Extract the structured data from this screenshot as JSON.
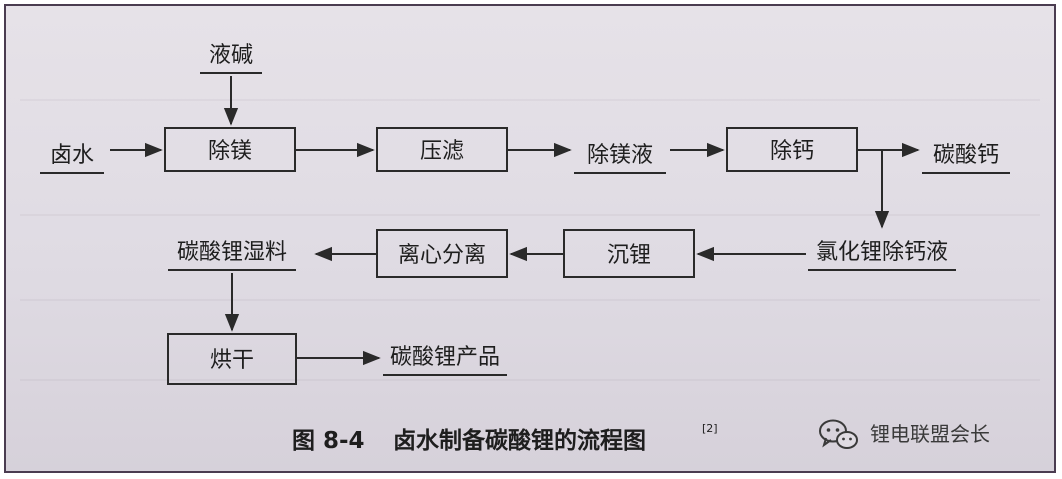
{
  "nodes": {
    "brine": "卤水",
    "alkali": "液碱",
    "mg_removal": "除镁",
    "press_filter": "压滤",
    "mg_removed_liquor": "除镁液",
    "ca_removal": "除钙",
    "calcium_carbonate": "碳酸钙",
    "licl_liquor": "氯化锂除钙液",
    "precipitate_li": "沉锂",
    "centrifuge": "离心分离",
    "wet_li2co3": "碳酸锂湿料",
    "drying": "烘干",
    "li2co3_product": "碳酸锂产品"
  },
  "caption": {
    "figure_no": "图 8-4",
    "title": "卤水制备碳酸锂的流程图",
    "ref": "[2]"
  },
  "watermark": {
    "text": "锂电联盟会长",
    "icon": "wechat-icon"
  }
}
